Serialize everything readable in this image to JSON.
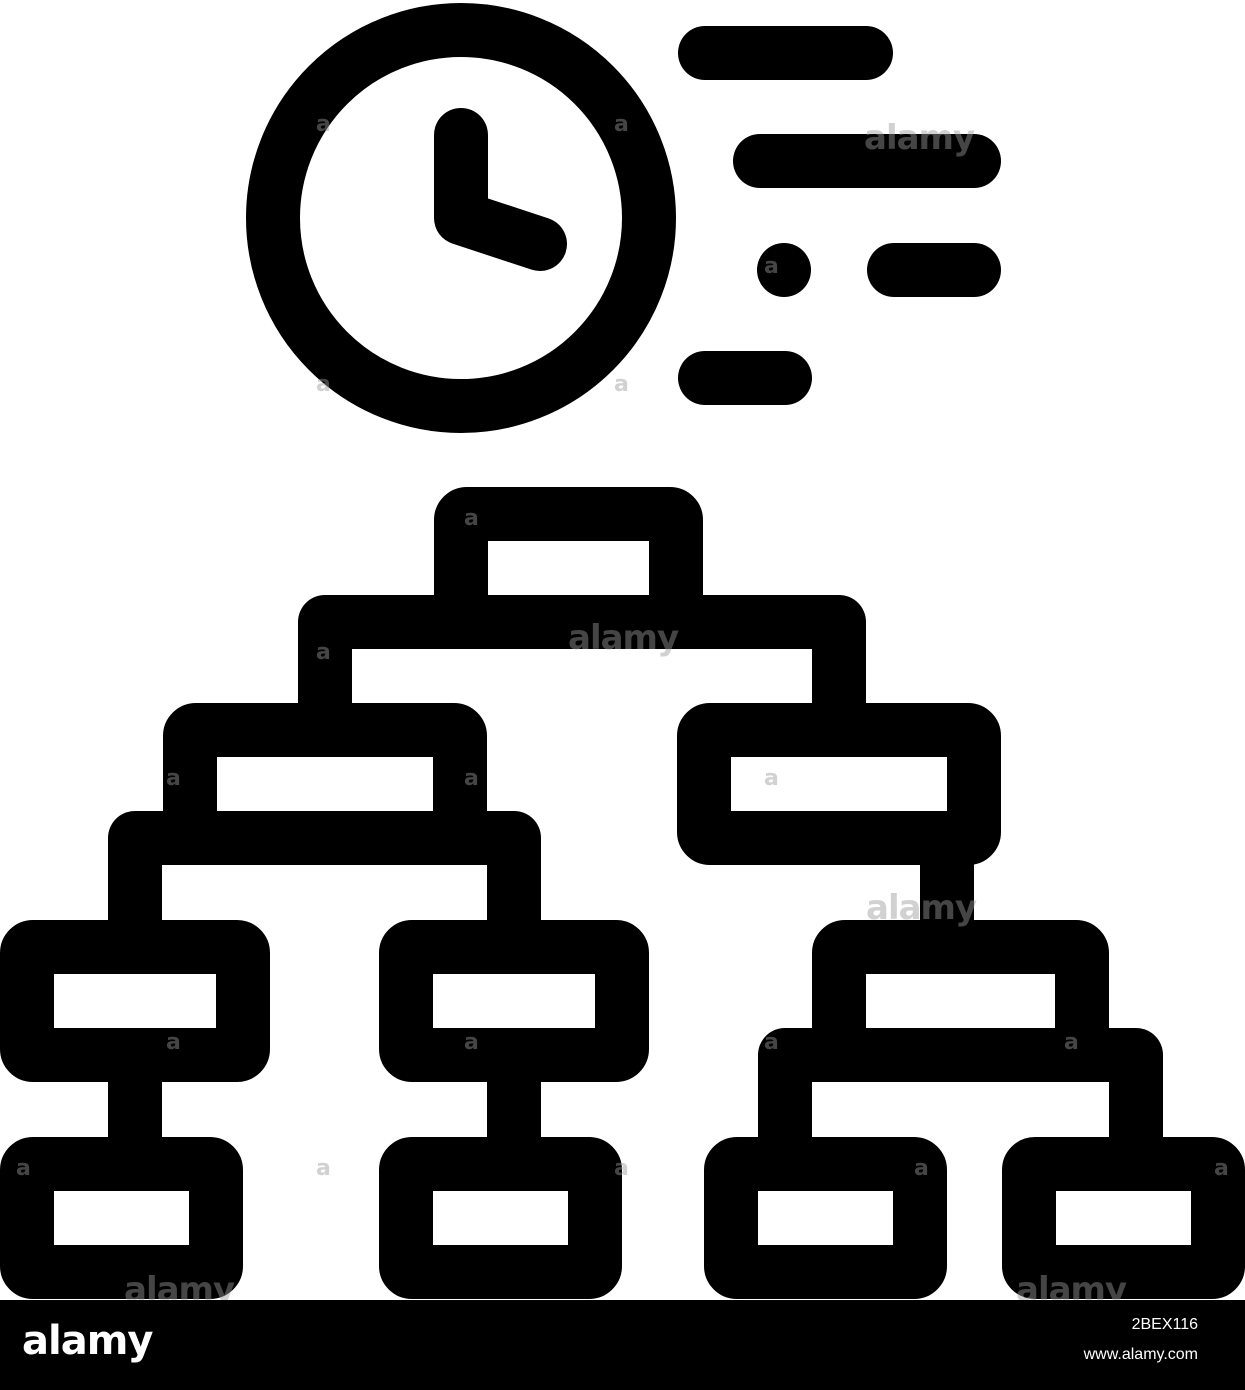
{
  "watermark": {
    "word": "alamy",
    "glyph": "a"
  },
  "footer": {
    "logo": "alamy",
    "image_id": "2BEX116",
    "url": "www.alamy.com"
  },
  "colors": {
    "ink": "#000000",
    "background": "#ffffff",
    "footer_bg": "#000000",
    "footer_text": "#ffffff"
  },
  "icons": [
    "clock-icon",
    "speed-lines-icon",
    "hierarchy-tree-icon"
  ]
}
